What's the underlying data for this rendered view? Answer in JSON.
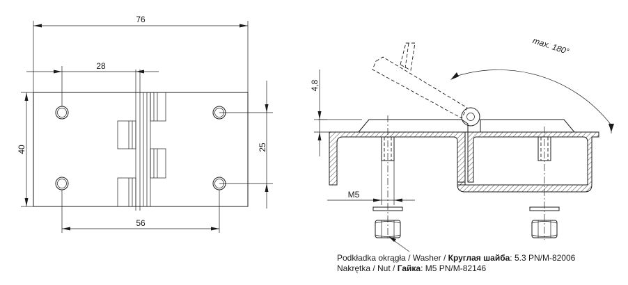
{
  "dimensions": {
    "overall_width": "76",
    "hole_offset": "28",
    "overall_height": "40",
    "hole_spacing_v": "25",
    "hole_spacing_h": "56",
    "thickness": "4,8",
    "screw_thread": "M5",
    "max_angle": "max. 180°"
  },
  "notes": {
    "washer_prefix": "Podkładka okrągła / Washer / ",
    "washer_ru": "Круглая шайба",
    "washer_value": ":   5.3 PN/M-82006",
    "nut_prefix": "Nakrętka / Nut / ",
    "nut_ru": "Гайка",
    "nut_value": ":   M5 PN/M-82146"
  }
}
